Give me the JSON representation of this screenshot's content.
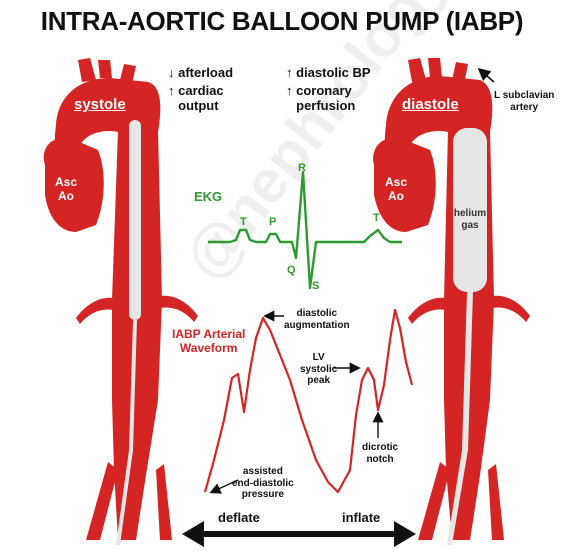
{
  "title": "INTRA-AORTIC BALLOON PUMP (IABP)",
  "watermark": "@nephrology",
  "systole": {
    "label": "systole",
    "asc_ao": "Asc\nAo",
    "effects": [
      {
        "arrow": "↓",
        "text": "afterload"
      },
      {
        "arrow": "↑",
        "text": "cardiac\noutput"
      }
    ]
  },
  "diastole": {
    "label": "diastole",
    "asc_ao": "Asc\nAo",
    "balloon_label": "helium\ngas",
    "subclavian_label": "L subclavian\nartery",
    "effects": [
      {
        "arrow": "↑",
        "text": "diastolic BP"
      },
      {
        "arrow": "↑",
        "text": "coronary\nperfusion"
      }
    ]
  },
  "ekg": {
    "label": "EKG",
    "waves": [
      "T",
      "P",
      "R",
      "Q",
      "S",
      "T"
    ]
  },
  "waveform": {
    "label": "IABP Arterial\nWaveform",
    "annotations": {
      "diastolic_augmentation": "diastolic\naugmentation",
      "lv_systolic_peak": "LV\nsystolic\npeak",
      "dicrotic_notch": "dicrotic\nnotch",
      "assisted_edp": "assisted\nend-diastolic\npressure"
    }
  },
  "timeline": {
    "left": "deflate",
    "right": "inflate"
  },
  "colors": {
    "aorta": "#d42424",
    "balloon": "#e6e6e6",
    "ekg": "#2f9a2f",
    "waveform": "#d42424"
  }
}
